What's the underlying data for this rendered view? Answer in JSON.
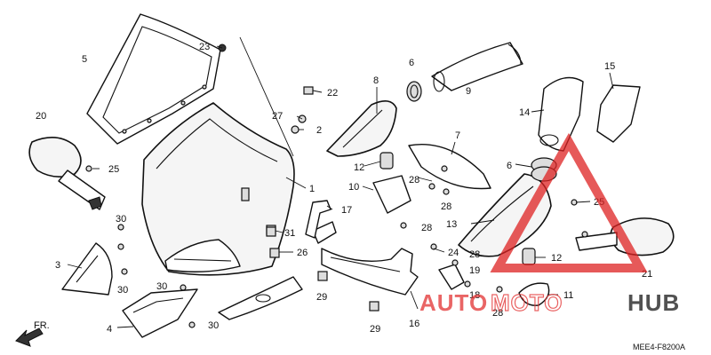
{
  "diagram": {
    "callouts": [
      {
        "id": "c5",
        "text": "5"
      },
      {
        "id": "c23",
        "text": "23"
      },
      {
        "id": "c22",
        "text": "22"
      },
      {
        "id": "c27",
        "text": "27"
      },
      {
        "id": "c2",
        "text": "2"
      },
      {
        "id": "c20",
        "text": "20"
      },
      {
        "id": "c25a",
        "text": "25"
      },
      {
        "id": "c1",
        "text": "1"
      },
      {
        "id": "c17",
        "text": "17"
      },
      {
        "id": "c31",
        "text": "31"
      },
      {
        "id": "c26",
        "text": "26"
      },
      {
        "id": "c30a",
        "text": "30"
      },
      {
        "id": "c30b",
        "text": "30"
      },
      {
        "id": "c30c",
        "text": "30"
      },
      {
        "id": "c30d",
        "text": "30"
      },
      {
        "id": "c3",
        "text": "3"
      },
      {
        "id": "c4",
        "text": "4"
      },
      {
        "id": "c29a",
        "text": "29"
      },
      {
        "id": "c29b",
        "text": "29"
      },
      {
        "id": "c16",
        "text": "16"
      },
      {
        "id": "c8",
        "text": "8"
      },
      {
        "id": "c6a",
        "text": "6"
      },
      {
        "id": "c9",
        "text": "9"
      },
      {
        "id": "c7",
        "text": "7"
      },
      {
        "id": "c12a",
        "text": "12"
      },
      {
        "id": "c10",
        "text": "10"
      },
      {
        "id": "c28a",
        "text": "28"
      },
      {
        "id": "c28b",
        "text": "28"
      },
      {
        "id": "c28c",
        "text": "28"
      },
      {
        "id": "c28d",
        "text": "28"
      },
      {
        "id": "c28e",
        "text": "28"
      },
      {
        "id": "c24",
        "text": "24"
      },
      {
        "id": "c13",
        "text": "13"
      },
      {
        "id": "c18",
        "text": "18"
      },
      {
        "id": "c19",
        "text": "19"
      },
      {
        "id": "c14",
        "text": "14"
      },
      {
        "id": "c15",
        "text": "15"
      },
      {
        "id": "c6b",
        "text": "6"
      },
      {
        "id": "c25b",
        "text": "25"
      },
      {
        "id": "c12b",
        "text": "12"
      },
      {
        "id": "c11",
        "text": "11"
      },
      {
        "id": "c21",
        "text": "21"
      }
    ],
    "front_marker": "FR.",
    "diagram_code": "MEE4-F8200A"
  },
  "watermark": {
    "part1": "AUTO",
    "part2": "MOTO",
    "part3": "HUB",
    "color": "#e43a3a"
  }
}
